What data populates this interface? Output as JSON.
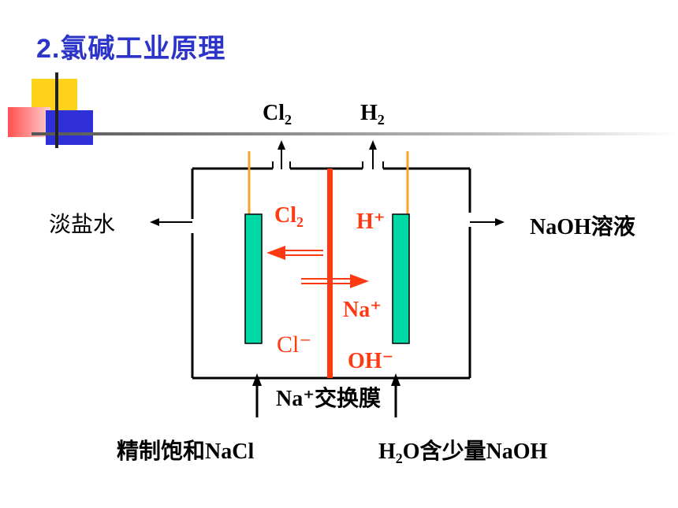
{
  "slide": {
    "title": "2.氯碱工业原理"
  },
  "labels": {
    "cl2_gas": "Cl",
    "cl2_gas_sub": "2",
    "h2_gas": "H",
    "h2_gas_sub": "2",
    "dilute_brine": "淡盐水",
    "naoh_solution": "NaOH溶液",
    "membrane": "Na⁺交换膜",
    "inlet_left": "精制饱和NaCl",
    "inlet_right_h": "H",
    "inlet_right_sub": "2",
    "inlet_right_rest": "O含少量NaOH"
  },
  "ions": {
    "cl2": "Cl",
    "cl2_sub": "2",
    "h_plus": "H⁺",
    "na_plus": "Na⁺",
    "cl_minus": "Cl⁻",
    "oh_minus": "OH⁻"
  },
  "colors": {
    "title": "#2d35c9",
    "ion_red": "#ff3a12",
    "membrane": "#ff3a12",
    "electrode": "#00d9a6",
    "wire": "#f5a52a"
  }
}
